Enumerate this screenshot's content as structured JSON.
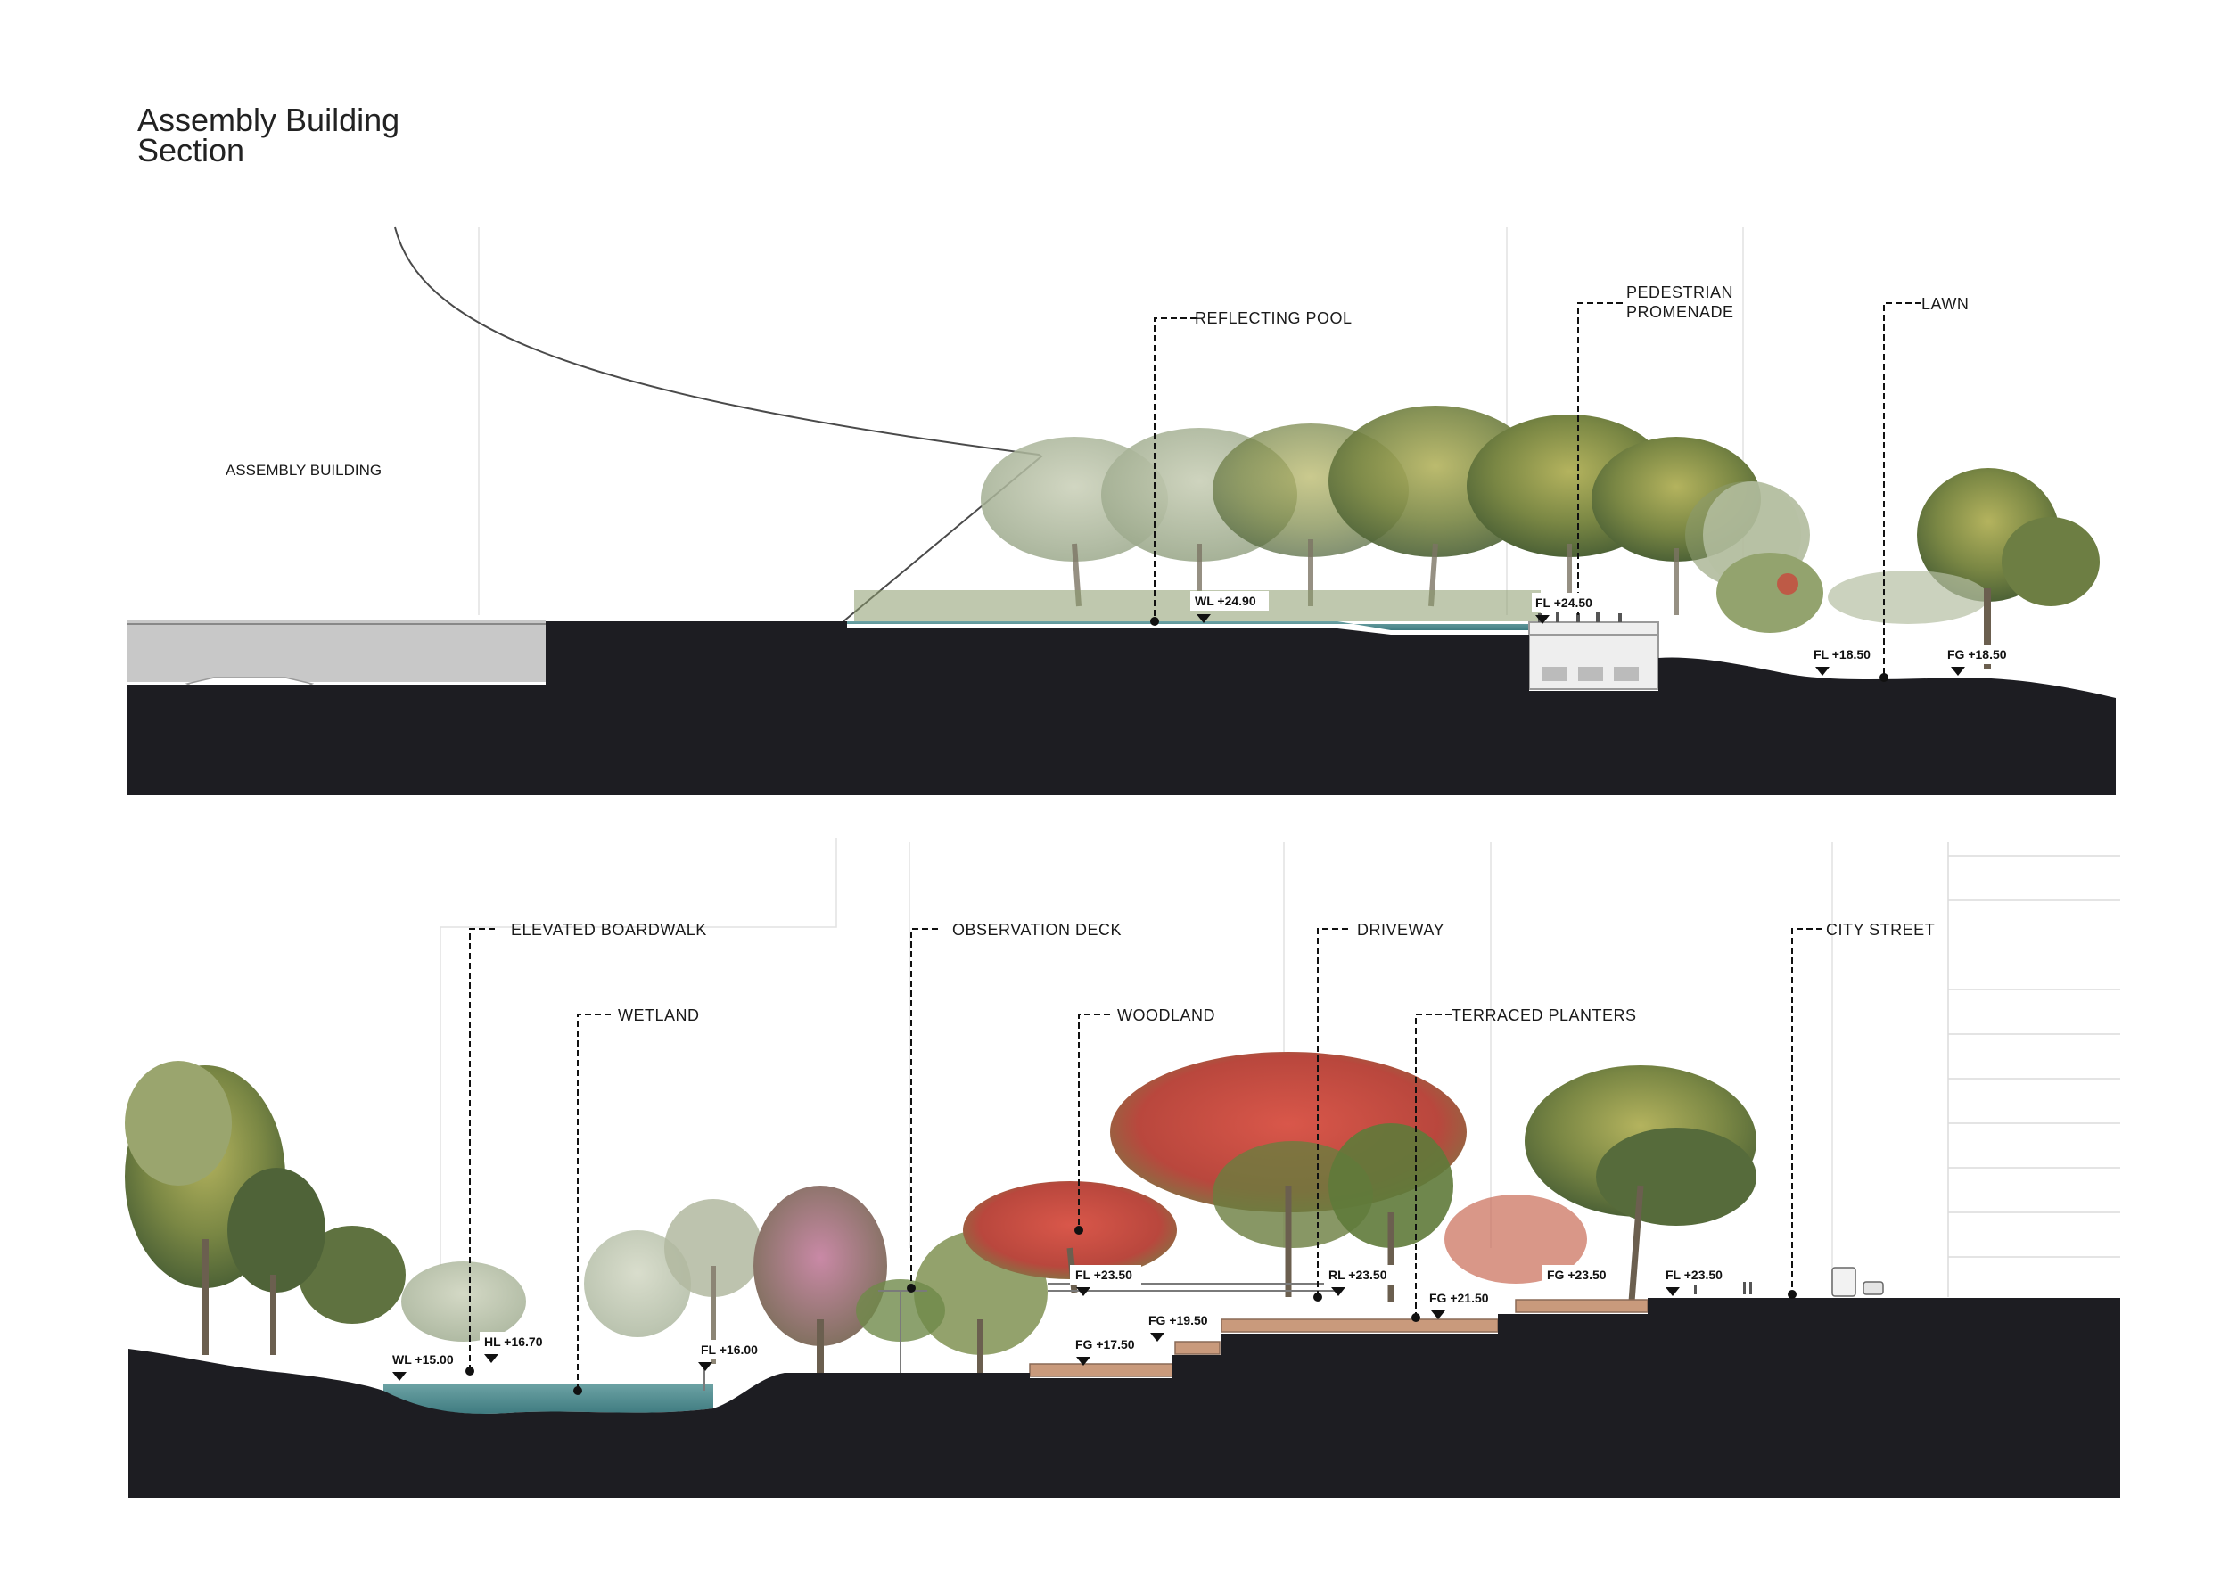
{
  "title": {
    "line1": "Assembly Building",
    "line2": "Section"
  },
  "section_top": {
    "building_label": "ASSEMBLY BUILDING",
    "callouts": {
      "reflecting_pool": "REFLECTING POOL",
      "promenade_1": "PEDESTRIAN",
      "promenade_2": "PROMENADE",
      "lawn": "LAWN"
    },
    "levels": {
      "wl": "WL +24.90",
      "fl_prom": "FL +24.50",
      "fl_lawn": "FL +18.50",
      "fg_lawn": "FG +18.50"
    }
  },
  "section_bottom": {
    "callouts": {
      "boardwalk": "ELEVATED BOARDWALK",
      "wetland": "WETLAND",
      "observation": "OBSERVATION DECK",
      "woodland": "WOODLAND",
      "driveway": "DRIVEWAY",
      "terraced": "TERRACED PLANTERS",
      "city_street": "CITY STREET"
    },
    "levels": {
      "wl": "WL +15.00",
      "hl": "HL +16.70",
      "fl_16": "FL +16.00",
      "fl_obs": "FL +23.50",
      "fg_175": "FG +17.50",
      "fg_195": "FG +19.50",
      "rl": "RL +23.50",
      "fg_215": "FG +21.50",
      "fg_235": "FG +23.50",
      "fl_street": "FL +23.50"
    }
  },
  "colors": {
    "ground": "#1d1d22",
    "water": "#4f8e93",
    "foliage": "#7d8a4a",
    "flowering": "#c9473c",
    "pink": "#b46a8c",
    "planter": "#c99a7c"
  }
}
